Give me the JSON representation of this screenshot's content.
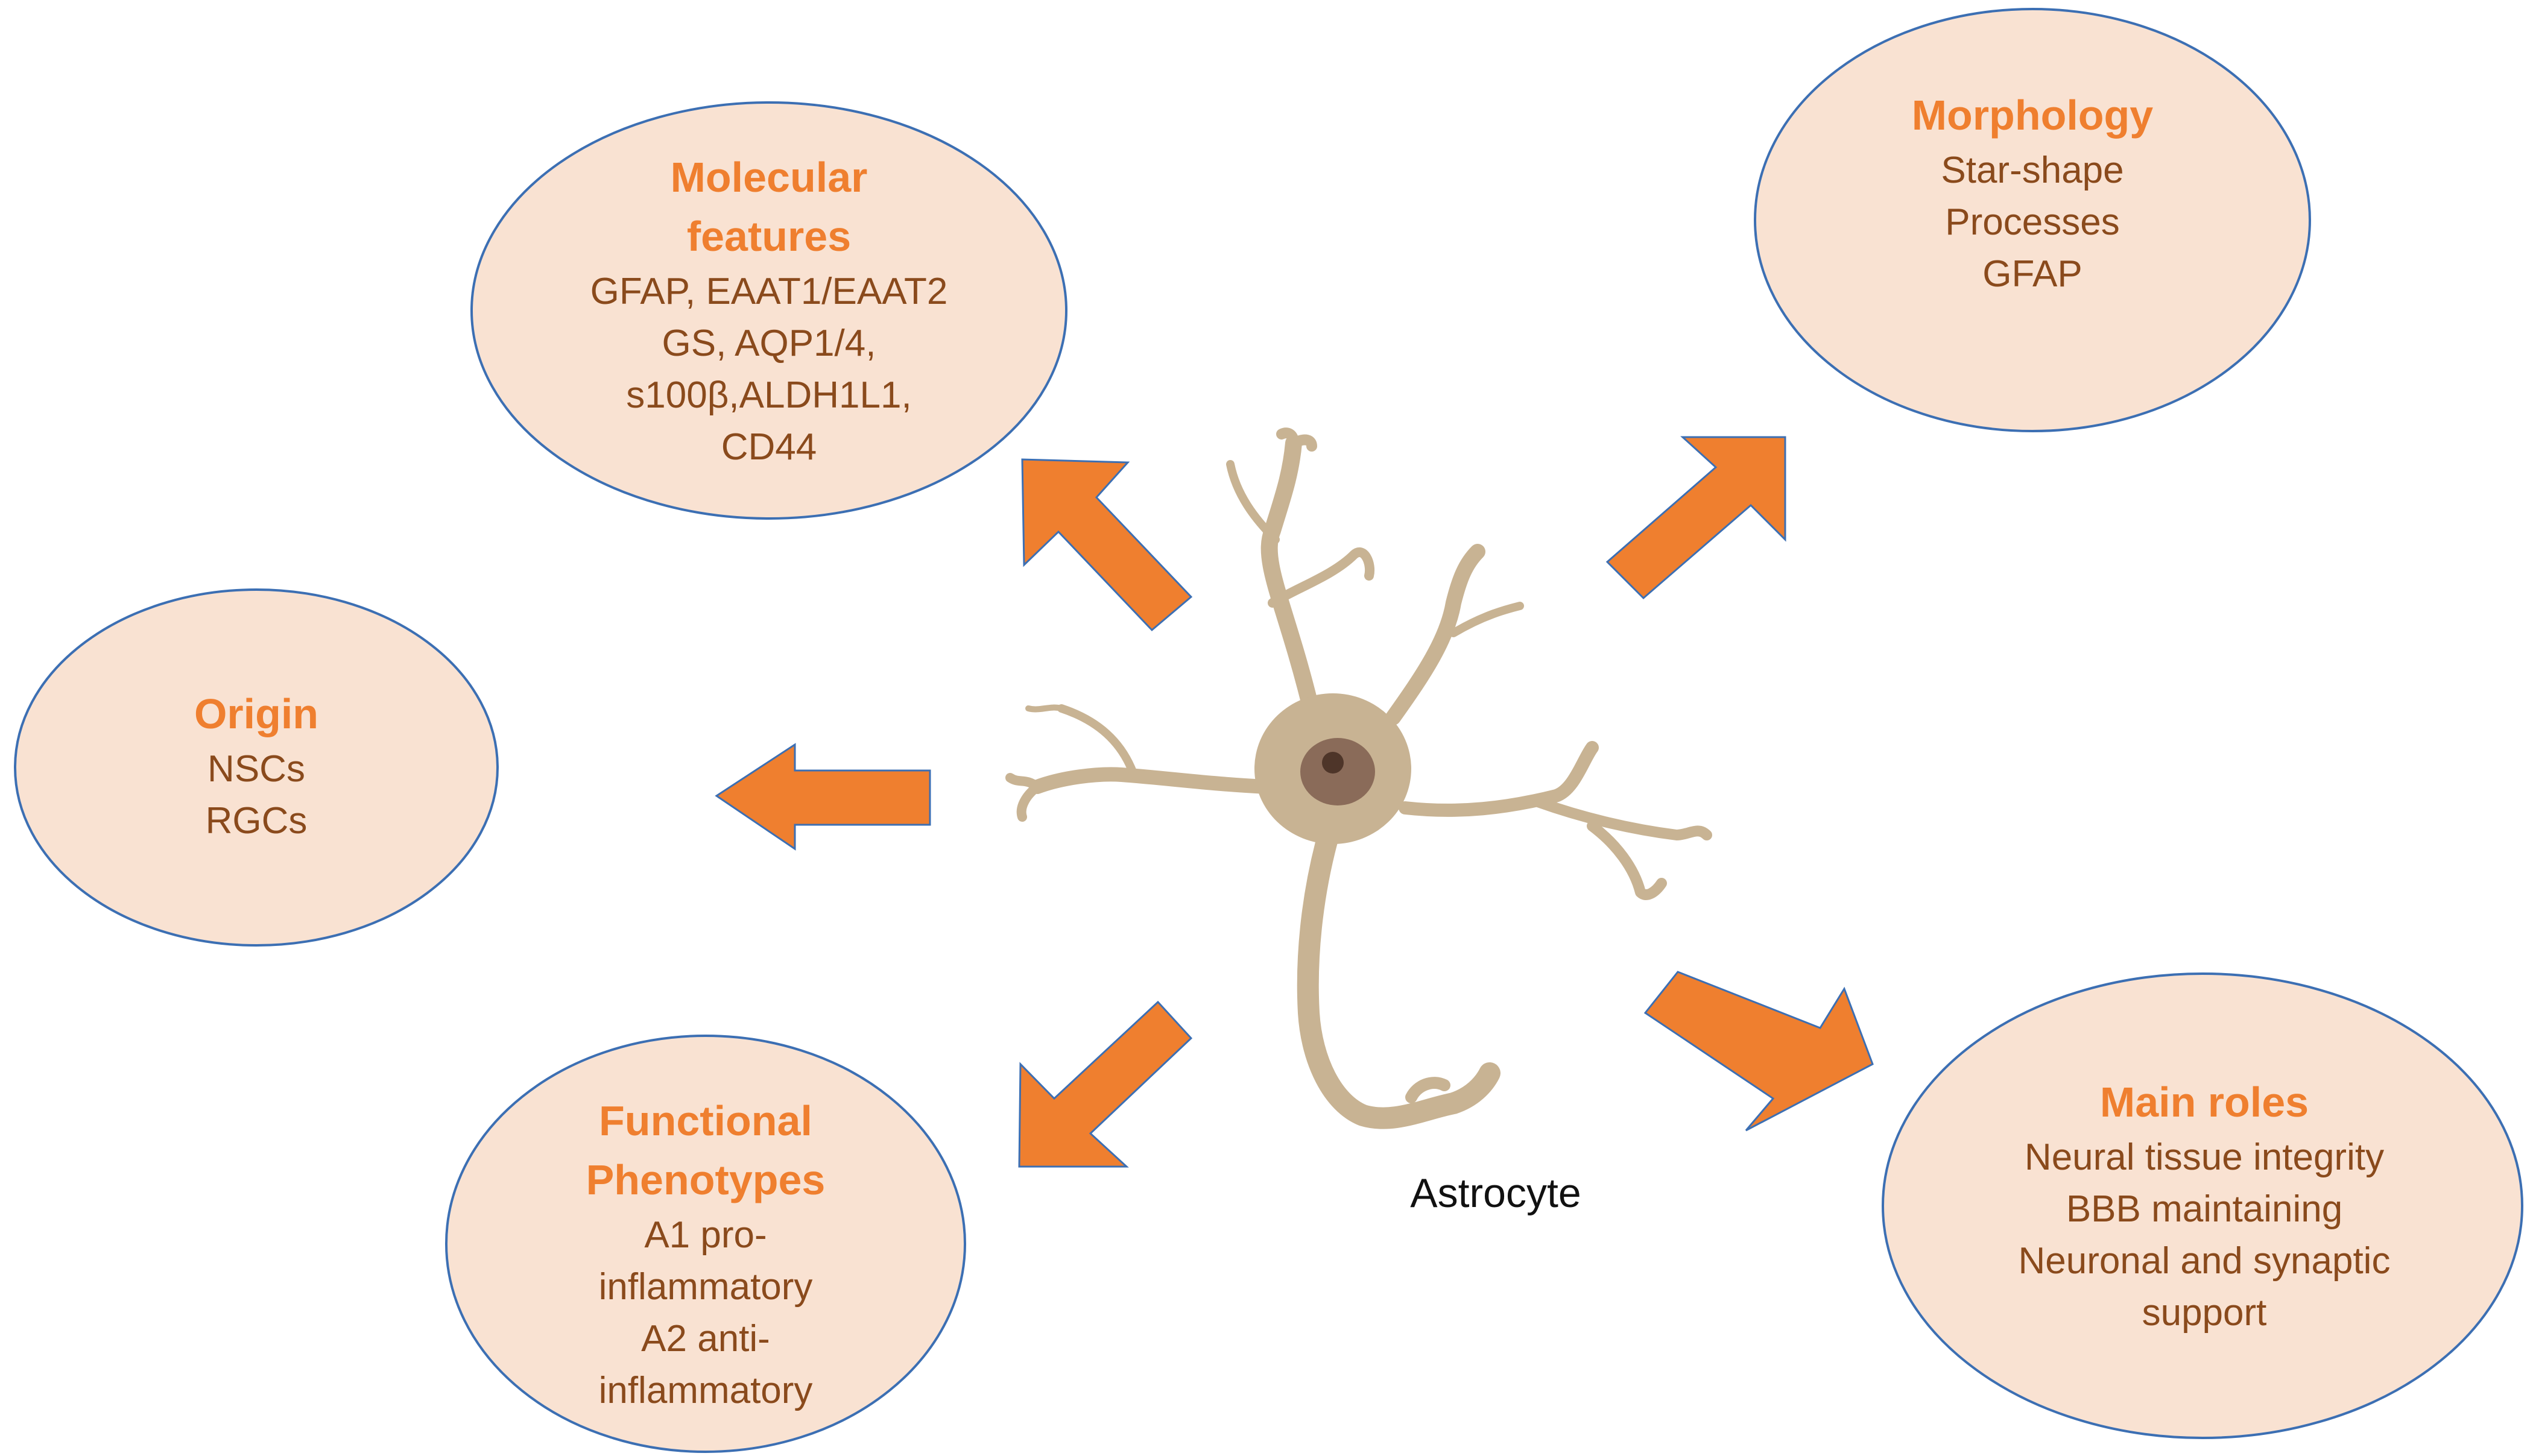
{
  "colors": {
    "node_fill": "#f9e2d2",
    "node_stroke": "#3c6fb3",
    "arrow_fill": "#ef7f2f",
    "arrow_stroke": "#3c6fb3",
    "title_text": "#ef7f2f",
    "body_text": "#8a4a1c",
    "cell_body": "#c8b393",
    "nucleus": "#8a6b59",
    "nucleolus": "#4e3529"
  },
  "cell": {
    "label": "Astrocyte"
  },
  "nodes": [
    {
      "id": "molecular",
      "title": "Molecular\nfeatures",
      "lines": [
        "GFAP, EAAT1/EAAT2",
        "GS, AQP1/4,",
        "s100β,ALDH1L1,",
        "CD44"
      ]
    },
    {
      "id": "morphology",
      "title": "Morphology",
      "lines": [
        "Star-shape",
        "Processes",
        "GFAP"
      ]
    },
    {
      "id": "origin",
      "title": "Origin",
      "lines": [
        "NSCs",
        "RGCs"
      ]
    },
    {
      "id": "phenotypes",
      "title": "Functional\nPhenotypes",
      "lines": [
        "A1 pro-",
        "inflammatory",
        "A2 anti-",
        "inflammatory"
      ]
    },
    {
      "id": "roles",
      "title": "Main roles",
      "lines": [
        "Neural tissue integrity",
        "BBB maintaining",
        "Neuronal and synaptic",
        "support"
      ]
    }
  ]
}
